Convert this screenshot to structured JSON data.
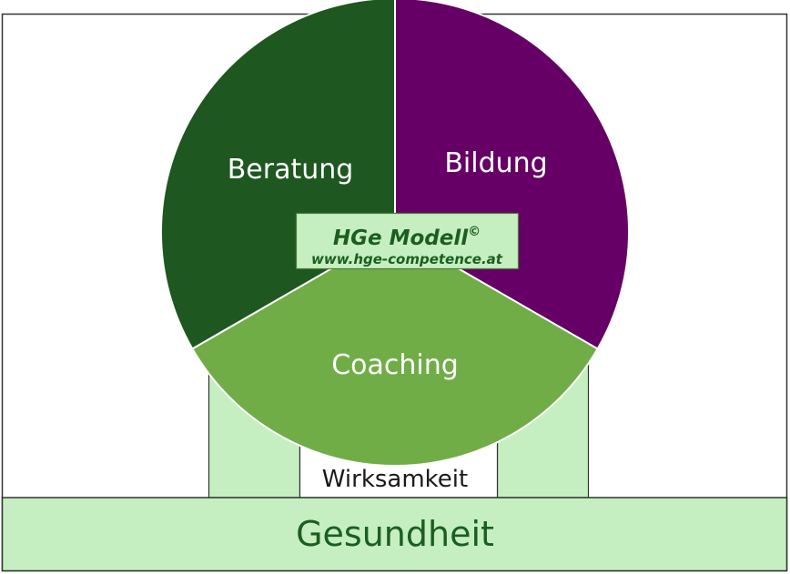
{
  "diagram": {
    "segments": {
      "beratung": {
        "label": "Beratung",
        "color": "#1e5720"
      },
      "bildung": {
        "label": "Bildung",
        "color": "#660066"
      },
      "coaching": {
        "label": "Coaching",
        "color": "#70ad47"
      }
    },
    "center_box": {
      "title": "HGe Modell",
      "copyright_mark": "©",
      "url": "www.hge-competence.at",
      "color": "#c5efc0"
    },
    "wirksamkeit": {
      "label": "Wirksamkeit"
    },
    "gesundheit": {
      "label": "Gesundheit",
      "color": "#c5efc0"
    },
    "pillar_color": "#c5efc0"
  }
}
